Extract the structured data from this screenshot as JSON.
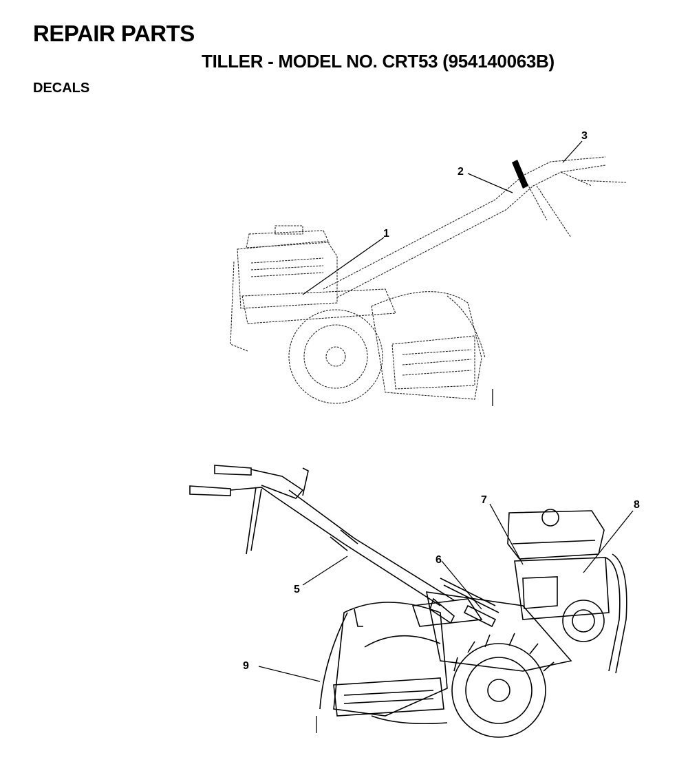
{
  "header": {
    "title": "REPAIR PARTS",
    "subtitle": "TILLER - MODEL NO. CRT53 (954140063B)",
    "section": "DECALS"
  },
  "callouts": {
    "c1": "1",
    "c2": "2",
    "c3": "3",
    "c5": "5",
    "c6": "6",
    "c7": "7",
    "c8": "8",
    "c9": "9"
  }
}
